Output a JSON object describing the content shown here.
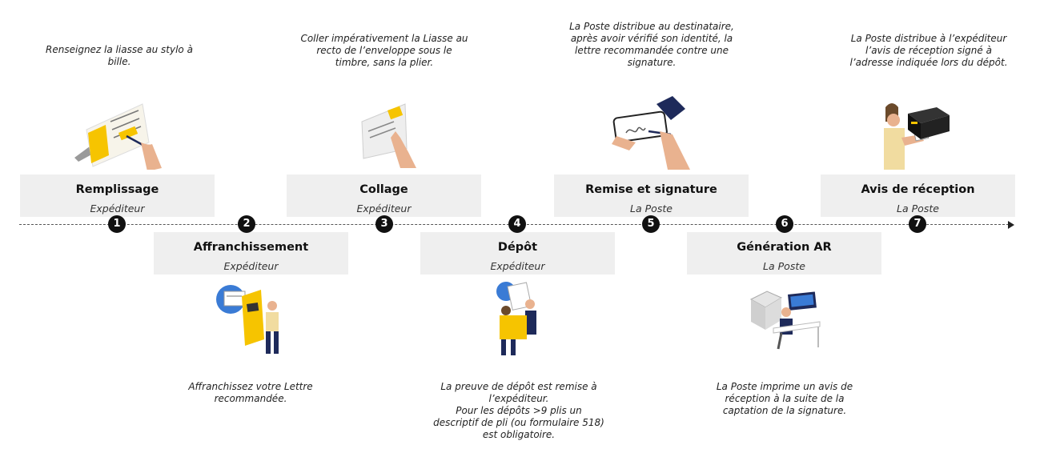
{
  "steps": [
    {
      "num": "1",
      "title": "Remplissage",
      "role": "Expéditeur",
      "desc": [
        "Renseignez la liasse au stylo à",
        "bille."
      ],
      "icon": "form-filling-icon"
    },
    {
      "num": "2",
      "title": "Affranchissement",
      "role": "Expéditeur",
      "desc": [
        "Affranchissez votre Lettre",
        "recommandée."
      ],
      "icon": "stamp-machine-icon"
    },
    {
      "num": "3",
      "title": "Collage",
      "role": "Expéditeur",
      "desc": [
        "Coller impérativement la Liasse au",
        "recto de l’enveloppe sous le",
        "timbre, sans la plier."
      ],
      "icon": "envelope-sticking-icon"
    },
    {
      "num": "4",
      "title": "Dépôt",
      "role": "Expéditeur",
      "desc": [
        "La preuve de dépôt est remise à",
        "l’expéditeur.",
        "Pour les dépôts >9 plis un",
        "descriptif de pli (ou formulaire 518)",
        "est obligatoire."
      ],
      "icon": "post-counter-icon"
    },
    {
      "num": "5",
      "title": "Remise et signature",
      "role": "La Poste",
      "desc": [
        "La Poste distribue au destinataire,",
        "après avoir vérifié son identité,  la",
        "lettre recommandée contre une",
        "signature."
      ],
      "icon": "phone-signature-icon"
    },
    {
      "num": "6",
      "title": "Génération AR",
      "role": "La Poste",
      "desc": [
        "La Poste imprime un avis de",
        "réception à la suite de la",
        "captation de la signature."
      ],
      "icon": "office-printer-icon"
    },
    {
      "num": "7",
      "title": "Avis de réception",
      "role": "La Poste",
      "desc": [
        "La Poste distribue à l’expéditeur",
        "l’avis de réception signé à",
        "l’adresse indiquée lors du dépôt."
      ],
      "icon": "mailbox-icon"
    }
  ],
  "colors": {
    "accent": "#f6c400",
    "navy": "#1e2a5a",
    "box": "#efefef",
    "line": "#555555"
  }
}
